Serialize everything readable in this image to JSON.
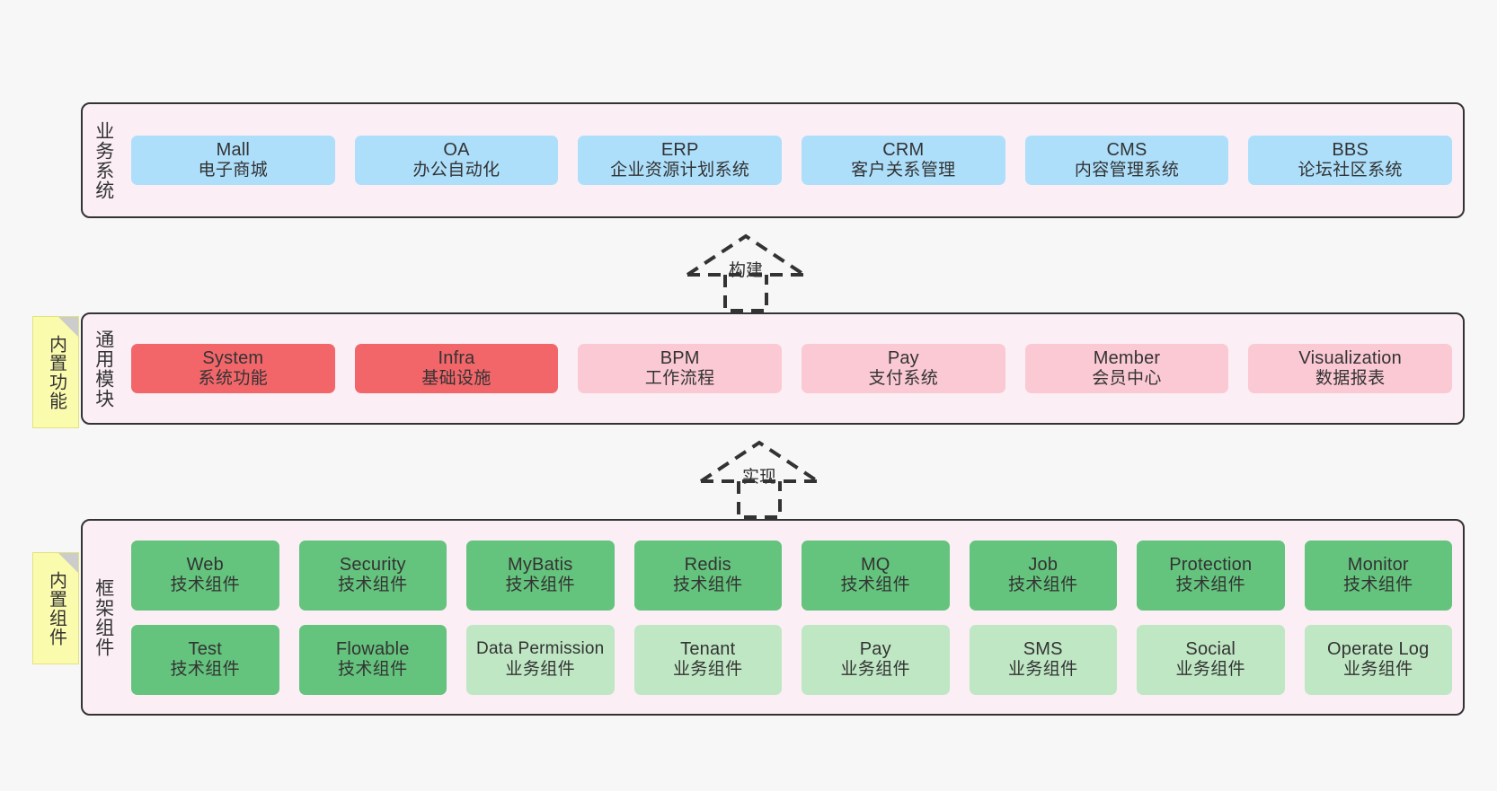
{
  "diagram": {
    "background": "#f7f7f7",
    "layers": [
      {
        "key": "business",
        "title": "业务系统",
        "note": null,
        "rows": [
          {
            "nodes": [
              {
                "title": "Mall",
                "sub": "电子商城",
                "color": "blue"
              },
              {
                "title": "OA",
                "sub": "办公自动化",
                "color": "blue"
              },
              {
                "title": "ERP",
                "sub": "企业资源计划系统",
                "color": "blue"
              },
              {
                "title": "CRM",
                "sub": "客户关系管理",
                "color": "blue"
              },
              {
                "title": "CMS",
                "sub": "内容管理系统",
                "color": "blue"
              },
              {
                "title": "BBS",
                "sub": "论坛社区系统",
                "color": "blue"
              }
            ]
          }
        ]
      },
      {
        "key": "common",
        "title": "通用模块",
        "note": "内置功能",
        "rows": [
          {
            "nodes": [
              {
                "title": "System",
                "sub": "系统功能",
                "color": "red"
              },
              {
                "title": "Infra",
                "sub": "基础设施",
                "color": "red"
              },
              {
                "title": "BPM",
                "sub": "工作流程",
                "color": "pink"
              },
              {
                "title": "Pay",
                "sub": "支付系统",
                "color": "pink"
              },
              {
                "title": "Member",
                "sub": "会员中心",
                "color": "pink"
              },
              {
                "title": "Visualization",
                "sub": "数据报表",
                "color": "pink"
              }
            ]
          }
        ]
      },
      {
        "key": "framework",
        "title": "框架组件",
        "note": "内置组件",
        "rows": [
          {
            "nodes": [
              {
                "title": "Web",
                "sub": "技术组件",
                "color": "green"
              },
              {
                "title": "Security",
                "sub": "技术组件",
                "color": "green"
              },
              {
                "title": "MyBatis",
                "sub": "技术组件",
                "color": "green"
              },
              {
                "title": "Redis",
                "sub": "技术组件",
                "color": "green"
              },
              {
                "title": "MQ",
                "sub": "技术组件",
                "color": "green"
              },
              {
                "title": "Job",
                "sub": "技术组件",
                "color": "green"
              },
              {
                "title": "Protection",
                "sub": "技术组件",
                "color": "green"
              },
              {
                "title": "Monitor",
                "sub": "技术组件",
                "color": "green"
              }
            ]
          },
          {
            "nodes": [
              {
                "title": "Test",
                "sub": "技术组件",
                "color": "green"
              },
              {
                "title": "Flowable",
                "sub": "技术组件",
                "color": "green"
              },
              {
                "title": "Data Permission",
                "sub": "业务组件",
                "color": "lgreen"
              },
              {
                "title": "Tenant",
                "sub": "业务组件",
                "color": "lgreen"
              },
              {
                "title": "Pay",
                "sub": "业务组件",
                "color": "lgreen"
              },
              {
                "title": "SMS",
                "sub": "业务组件",
                "color": "lgreen"
              },
              {
                "title": "Social",
                "sub": "业务组件",
                "color": "lgreen"
              },
              {
                "title": "Operate Log",
                "sub": "业务组件",
                "color": "lgreen"
              }
            ]
          }
        ]
      }
    ],
    "connectors": [
      {
        "key": "build",
        "label": "构建"
      },
      {
        "key": "implement",
        "label": "实现"
      }
    ],
    "colors": {
      "band": "#fbeef5",
      "blue": "#addffb",
      "red": "#f2666a",
      "pink": "#fbc9d4",
      "green": "#64c37d",
      "light_green": "#bfe7c4",
      "note": "#fbfbae",
      "stroke": "#333333"
    }
  }
}
